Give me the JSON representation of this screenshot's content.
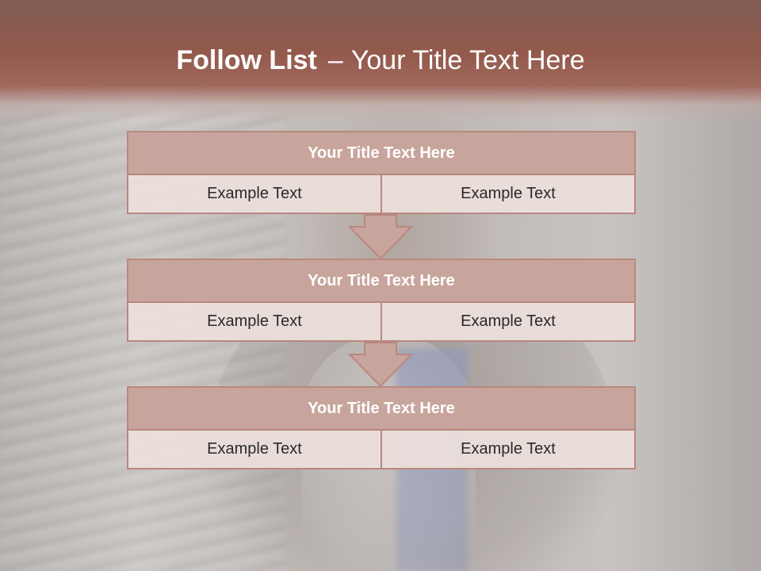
{
  "slide": {
    "title_bold": "Follow List",
    "title_sep": "–",
    "title_rest": "Your Title Text Here"
  },
  "blocks": [
    {
      "title": "Your Title Text Here",
      "left": "Example Text",
      "right": "Example Text"
    },
    {
      "title": "Your Title Text Here",
      "left": "Example Text",
      "right": "Example Text"
    },
    {
      "title": "Your Title Text Here",
      "left": "Example Text",
      "right": "Example Text"
    }
  ],
  "colors": {
    "title_band": "#93594c",
    "header_fill": "#c8a59c",
    "border": "#b8887e",
    "cell_fill": "#ebdedb"
  }
}
